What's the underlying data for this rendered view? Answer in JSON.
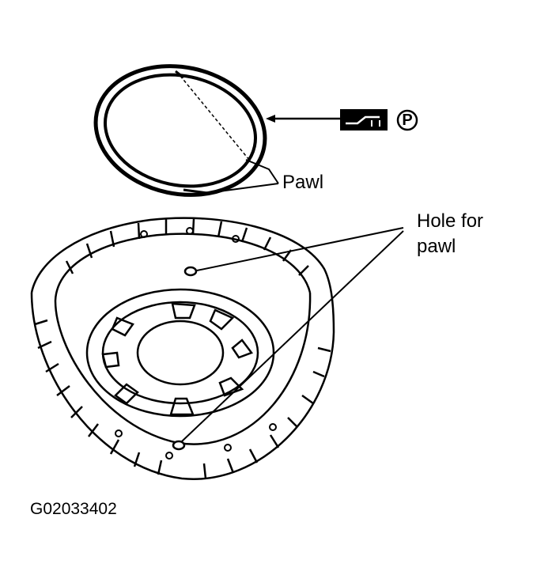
{
  "labels": {
    "pawl": "Pawl",
    "hole_line1": "Hole for",
    "hole_line2": "pawl",
    "sealant_symbol_letter": "P"
  },
  "figure_id": "G02033402",
  "icons": {
    "sealant": "sealant-applicator-icon"
  },
  "colors": {
    "ink": "#000000",
    "background": "#ffffff"
  }
}
